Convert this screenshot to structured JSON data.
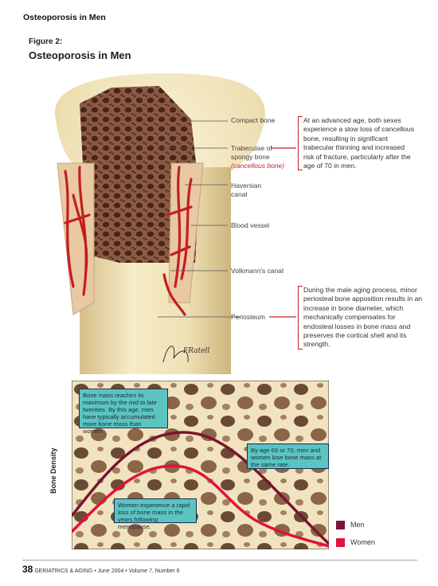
{
  "header": {
    "running_head": "Osteoporosis in Men",
    "figure_label": "Figure 2:",
    "figure_title": "Osteoporosis in Men"
  },
  "illustration": {
    "labels": {
      "compact_bone": "Compact bone",
      "trabeculae_line1": "Trabeculae of",
      "trabeculae_line2": "spongy bone",
      "cancellous": "(cancellous bone)",
      "haversian_line1": "Haversian",
      "haversian_line2": "canal",
      "blood_vessel": "Blood vessel",
      "volkmanns": "Volkmann's canal",
      "periosteum": "Periosteum"
    },
    "note_upper": "At an advanced age, both sexes experience a slow loss of cancellous bone, resulting in significant trabecular thinning and increased risk of fracture, particularly after the age of 70 in men.",
    "note_lower": "During the male aging process, minor periosteal bone apposition results in an increase in bone diameter, which mechanically compensates for endosteal losses in bone mass and preserves the cortical shell and its strength.",
    "signature": "FRatell"
  },
  "chart_data": {
    "type": "line",
    "ylabel": "Bone Density",
    "series": [
      {
        "name": "Men",
        "color": "#7a1530"
      },
      {
        "name": "Women",
        "color": "#e0123f"
      }
    ],
    "annotations": [
      "Bone mass reaches its maximum by the mid to late twenties. By this age, men have typically accumulated more bone mass than women.",
      "By age 65 or 70, men and women lose bone mass at the same rate.",
      "Women experience a rapid loss of bone mass in the years following menopause."
    ]
  },
  "footer": {
    "page_number": "38",
    "text": "GERIATRICS & AGING • June 2004 • Volume 7, Number 6"
  }
}
